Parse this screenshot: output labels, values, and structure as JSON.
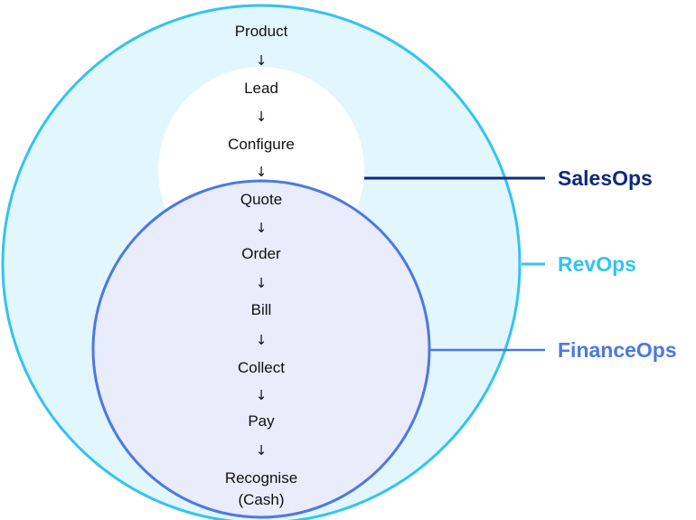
{
  "flow": {
    "steps": [
      "Product",
      "Lead",
      "Configure",
      "Quote",
      "Order",
      "Bill",
      "Collect",
      "Pay",
      "Recognise",
      "(Cash)"
    ],
    "arrow_glyph": "↓"
  },
  "groups": {
    "salesops": {
      "label": "SalesOps",
      "color": "#0f2a7a"
    },
    "revops": {
      "label": "RevOps",
      "color": "#33c3f0"
    },
    "financeops": {
      "label": "FinanceOps",
      "color": "#4d78e0"
    }
  },
  "colors": {
    "revops_fill": "#e2f6fd",
    "salesops_fill": "#ffffff",
    "financeops_fill": "#e8ecfb",
    "step_text": "#111111"
  }
}
